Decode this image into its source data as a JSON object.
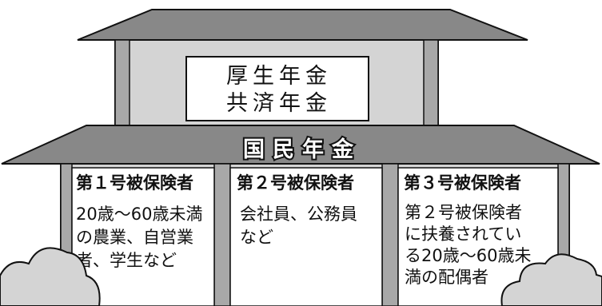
{
  "upper_floor": {
    "sign_lines": [
      "厚生年金",
      "共済年金"
    ]
  },
  "roof_label": "国民年金",
  "categories": [
    {
      "header": "第１号被保険者",
      "lines": [
        "20歳～60歳未満",
        "の農業、自営業",
        "者、学生など"
      ]
    },
    {
      "header": "第２号被保険者",
      "lines": [
        "会社員、公務員",
        "など"
      ]
    },
    {
      "header": "第３号被保険者",
      "lines": [
        "第２号被保険者",
        "に扶養されてい",
        "る20歳～60歳未",
        "満の配偶者"
      ]
    }
  ],
  "colors": {
    "roof": "#888888",
    "wall": "#d4d4d4",
    "column": "#a8a8a8",
    "panel": "#ffffff",
    "outline": "#111111"
  }
}
